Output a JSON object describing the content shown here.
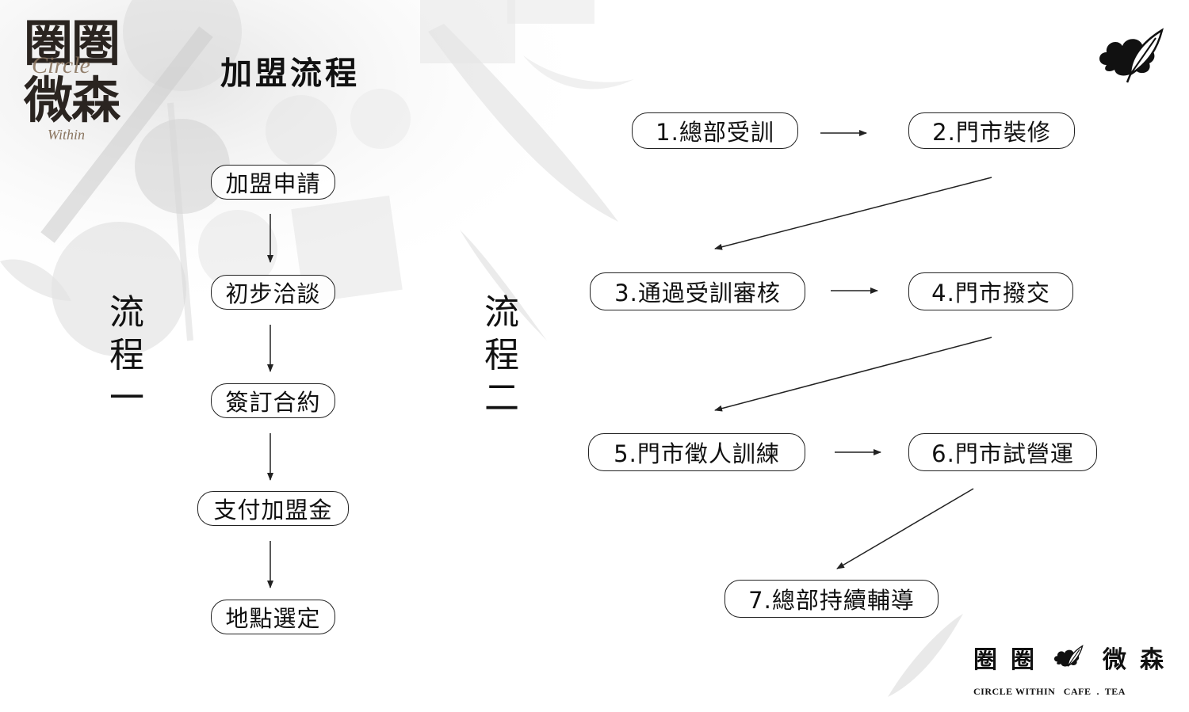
{
  "logo": {
    "char1": "圏",
    "char2": "圏",
    "char3": "微",
    "char4": "森",
    "script_top": "Circle",
    "script_bottom": "Within"
  },
  "page_title": "加盟流程",
  "process_one": {
    "label": [
      "流",
      "程",
      "一"
    ],
    "steps": [
      "加盟申請",
      "初步洽談",
      "簽訂合約",
      "支付加盟金",
      "地點選定"
    ]
  },
  "process_two": {
    "label": [
      "流",
      "程",
      "二"
    ],
    "steps": [
      "1.總部受訓",
      "2.門市裝修",
      "3.通過受訓審核",
      "4.門市撥交",
      "5.門市徵人訓練",
      "6.門市試營運",
      "7.總部持續輔導"
    ]
  },
  "brand": {
    "char1": "圈",
    "char2": "圈",
    "char3": "微",
    "char4": "森",
    "tagline": "CIRCLE WITHIN   CAFE  .  TEA"
  },
  "icons": {
    "corner_logo": "cloud-leaf-logo-icon",
    "brand_logo": "cloud-leaf-logo-icon"
  },
  "colors": {
    "line": "#222222",
    "logo_dark": "#2a2420",
    "logo_accent": "#8a7560",
    "background_art": "#d9d9d9"
  }
}
